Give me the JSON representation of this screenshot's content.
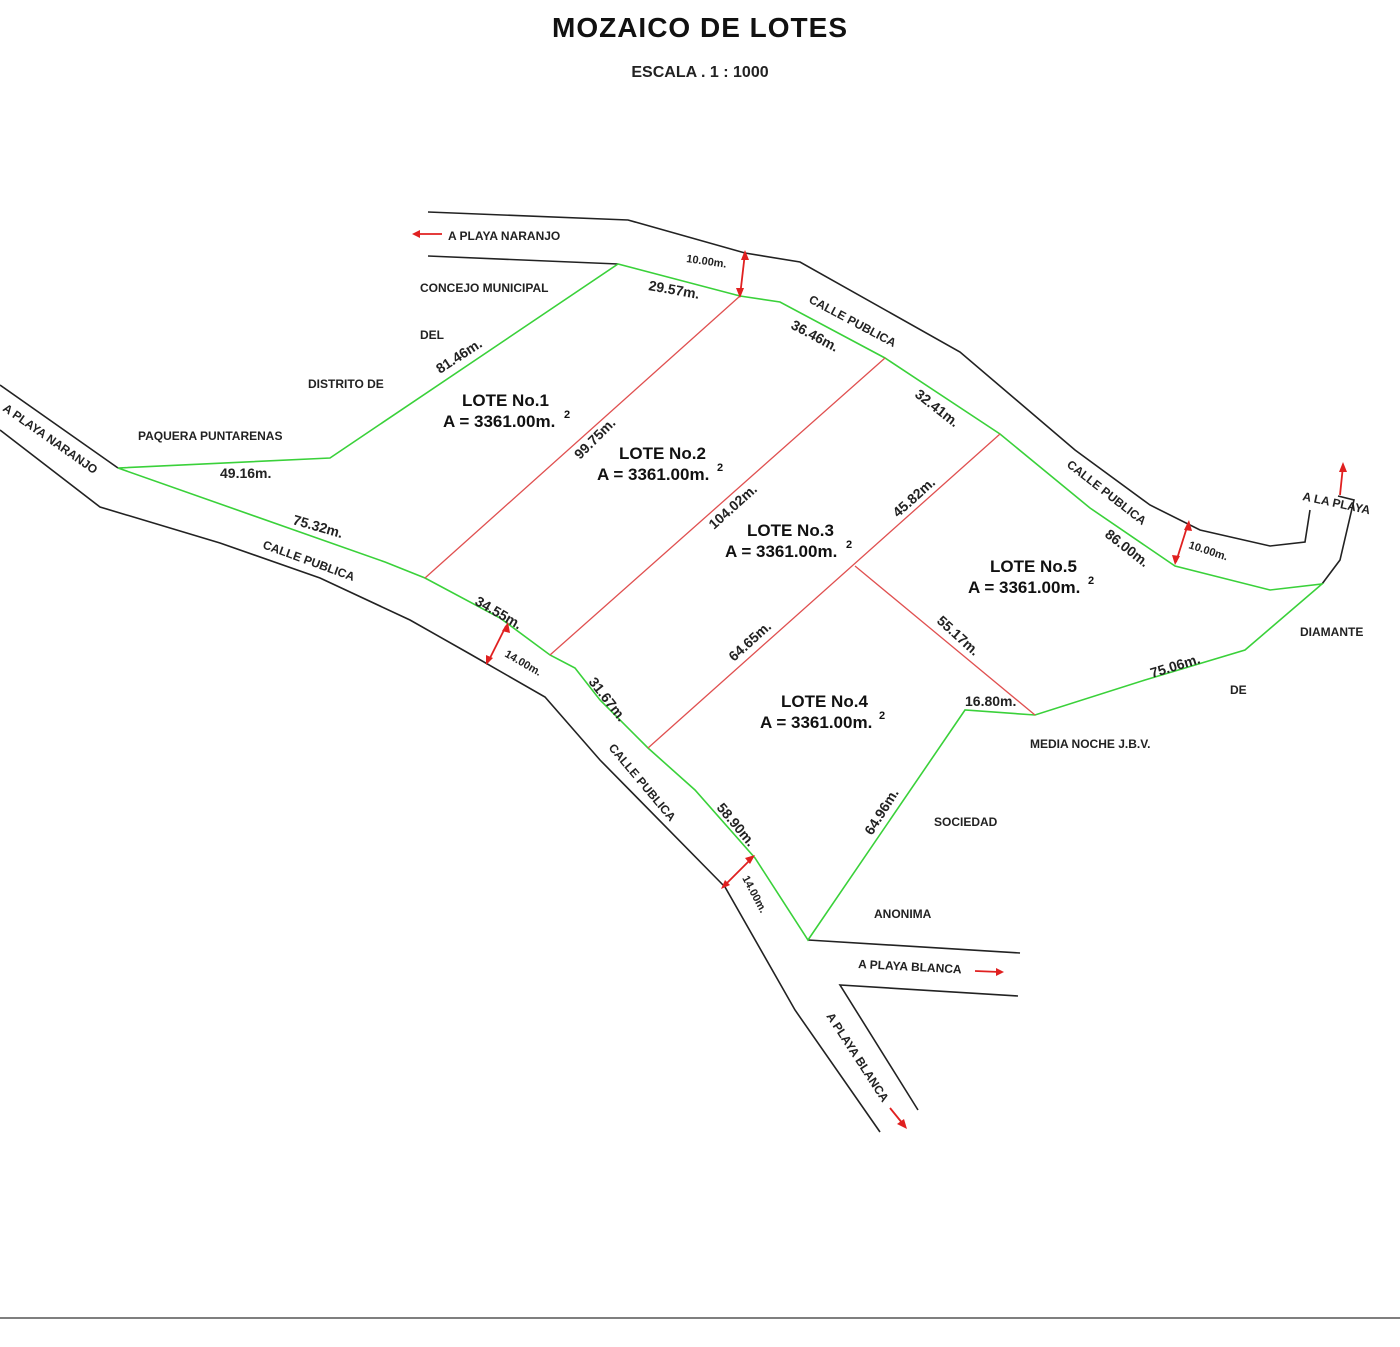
{
  "header": {
    "title": "MOZAICO  DE  LOTES",
    "scale": "ESCALA .  1 : 1000"
  },
  "roads": {
    "a_playa_naranjo_top": "A  PLAYA  NARANJO",
    "a_playa_naranjo_left": "A  PLAYA  NARANJO",
    "calle_publica": "CALLE   PUBLICA",
    "a_la_playa": "A LA PLAYA",
    "a_playa_blanca_right": "A  PLAYA  BLANCA",
    "a_playa_blanca_down": "A  PLAYA  BLANCA"
  },
  "neighbors": {
    "concejo": "CONCEJO  MUNICIPAL",
    "del": "DEL",
    "distrito": "DISTRITO  DE",
    "paquera": "PAQUERA  PUNTARENAS",
    "diamante": "DIAMANTE",
    "de": "DE",
    "media_noche": "MEDIA NOCHE J.B.V.",
    "sociedad": "SOCIEDAD",
    "anonima": "ANONIMA"
  },
  "road_widths": {
    "top": "10.00m.",
    "right": "10.00m.",
    "left": "14.00m.",
    "bottom": "14.00m."
  },
  "measurements": {
    "m_29_57": "29.57m.",
    "m_36_46": "36.46m.",
    "m_32_41": "32.41m.",
    "m_86_00": "86.00m.",
    "m_81_46": "81.46m.",
    "m_49_16": "49.16m.",
    "m_75_32": "75.32m.",
    "m_34_55": "34.55m.",
    "m_31_67": "31.67m.",
    "m_58_90": "58.90m.",
    "m_99_75": "99.75m.",
    "m_104_02": "104.02m.",
    "m_45_82": "45.82m.",
    "m_64_65": "64.65m.",
    "m_55_17": "55.17m.",
    "m_16_80": "16.80m.",
    "m_75_06": "75.06m.",
    "m_64_96": "64.96m."
  },
  "lots": [
    {
      "name": "LOTE No.1",
      "area": "A = 3361.00m.",
      "exp": "2"
    },
    {
      "name": "LOTE No.2",
      "area": "A = 3361.00m.",
      "exp": "2"
    },
    {
      "name": "LOTE No.3",
      "area": "A = 3361.00m.",
      "exp": "2"
    },
    {
      "name": "LOTE No.4",
      "area": "A = 3361.00m.",
      "exp": "2"
    },
    {
      "name": "LOTE No.5",
      "area": "A = 3361.00m.",
      "exp": "2"
    }
  ],
  "colors": {
    "boundary": "#3ad13a",
    "division": "#e05050",
    "arrow": "#e02020",
    "road": "#222222"
  }
}
